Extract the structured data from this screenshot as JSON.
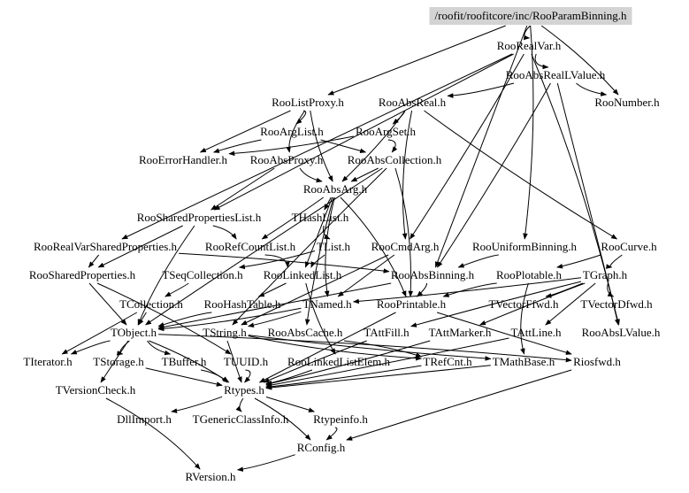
{
  "title": "/roofit/roofitcore/inc/RooParamBinning.h",
  "colors": {
    "root_fill": "#d3d3d3",
    "edge": "#000000",
    "background": "#ffffff"
  },
  "nodes": [
    {
      "id": "root",
      "label": "/roofit/roofitcore/inc/RooParamBinning.h"
    },
    {
      "id": "RooRealVar",
      "label": "RooRealVar.h"
    },
    {
      "id": "RooAbsRealLValue",
      "label": "RooAbsRealLValue.h"
    },
    {
      "id": "RooListProxy",
      "label": "RooListProxy.h"
    },
    {
      "id": "RooAbsReal",
      "label": "RooAbsReal.h"
    },
    {
      "id": "RooNumber",
      "label": "RooNumber.h"
    },
    {
      "id": "RooArgList",
      "label": "RooArgList.h"
    },
    {
      "id": "RooArgSet",
      "label": "RooArgSet.h"
    },
    {
      "id": "RooErrorHandler",
      "label": "RooErrorHandler.h"
    },
    {
      "id": "RooAbsProxy",
      "label": "RooAbsProxy.h"
    },
    {
      "id": "RooAbsCollection",
      "label": "RooAbsCollection.h"
    },
    {
      "id": "RooAbsArg",
      "label": "RooAbsArg.h"
    },
    {
      "id": "RooSharedPropertiesList",
      "label": "RooSharedPropertiesList.h"
    },
    {
      "id": "THashList",
      "label": "THashList.h"
    },
    {
      "id": "RooRealVarSharedProperties",
      "label": "RooRealVarSharedProperties.h"
    },
    {
      "id": "RooRefCountList",
      "label": "RooRefCountList.h"
    },
    {
      "id": "TList",
      "label": "TList.h"
    },
    {
      "id": "RooCmdArg",
      "label": "RooCmdArg.h"
    },
    {
      "id": "RooUniformBinning",
      "label": "RooUniformBinning.h"
    },
    {
      "id": "RooCurve",
      "label": "RooCurve.h"
    },
    {
      "id": "RooSharedProperties",
      "label": "RooSharedProperties.h"
    },
    {
      "id": "TSeqCollection",
      "label": "TSeqCollection.h"
    },
    {
      "id": "RooLinkedList",
      "label": "RooLinkedList.h"
    },
    {
      "id": "RooAbsBinning",
      "label": "RooAbsBinning.h"
    },
    {
      "id": "RooPlotable",
      "label": "RooPlotable.h"
    },
    {
      "id": "TGraph",
      "label": "TGraph.h"
    },
    {
      "id": "TCollection",
      "label": "TCollection.h"
    },
    {
      "id": "RooHashTable",
      "label": "RooHashTable.h"
    },
    {
      "id": "TNamed",
      "label": "TNamed.h"
    },
    {
      "id": "RooPrintable",
      "label": "RooPrintable.h"
    },
    {
      "id": "TVectorFfwd",
      "label": "TVectorFfwd.h"
    },
    {
      "id": "TVectorDfwd",
      "label": "TVectorDfwd.h"
    },
    {
      "id": "TObject",
      "label": "TObject.h"
    },
    {
      "id": "TString",
      "label": "TString.h"
    },
    {
      "id": "RooAbsCache",
      "label": "RooAbsCache.h"
    },
    {
      "id": "TAttFill",
      "label": "TAttFill.h"
    },
    {
      "id": "TAttMarker",
      "label": "TAttMarker.h"
    },
    {
      "id": "TAttLine",
      "label": "TAttLine.h"
    },
    {
      "id": "RooAbsLValue",
      "label": "RooAbsLValue.h"
    },
    {
      "id": "TIterator",
      "label": "TIterator.h"
    },
    {
      "id": "TStorage",
      "label": "TStorage.h"
    },
    {
      "id": "TBuffer",
      "label": "TBuffer.h"
    },
    {
      "id": "TUUID",
      "label": "TUUID.h"
    },
    {
      "id": "RooLinkedListElem",
      "label": "RooLinkedListElem.h"
    },
    {
      "id": "TRefCnt",
      "label": "TRefCnt.h"
    },
    {
      "id": "TMathBase",
      "label": "TMathBase.h"
    },
    {
      "id": "Riosfwd",
      "label": "Riosfwd.h"
    },
    {
      "id": "TVersionCheck",
      "label": "TVersionCheck.h"
    },
    {
      "id": "Rtypes",
      "label": "Rtypes.h"
    },
    {
      "id": "DllImport",
      "label": "DllImport.h"
    },
    {
      "id": "TGenericClassInfo",
      "label": "TGenericClassInfo.h"
    },
    {
      "id": "Rtypeinfo",
      "label": "Rtypeinfo.h"
    },
    {
      "id": "RConfig",
      "label": "RConfig.h"
    },
    {
      "id": "RVersion",
      "label": "RVersion.h"
    }
  ],
  "edges": [
    [
      "root",
      "RooRealVar"
    ],
    [
      "root",
      "RooListProxy"
    ],
    [
      "root",
      "RooAbsBinning"
    ],
    [
      "root",
      "RooNumber"
    ],
    [
      "root",
      "RooUniformBinning"
    ],
    [
      "RooRealVar",
      "RooAbsRealLValue"
    ],
    [
      "RooRealVar",
      "RooSharedPropertiesList"
    ],
    [
      "RooRealVar",
      "RooRealVarSharedProperties"
    ],
    [
      "RooRealVar",
      "RooCmdArg"
    ],
    [
      "RooRealVar",
      "RooAbsLValue"
    ],
    [
      "RooAbsRealLValue",
      "RooAbsReal"
    ],
    [
      "RooAbsRealLValue",
      "RooNumber"
    ],
    [
      "RooAbsRealLValue",
      "RooAbsLValue"
    ],
    [
      "RooAbsRealLValue",
      "RooAbsBinning"
    ],
    [
      "RooListProxy",
      "RooArgList"
    ],
    [
      "RooListProxy",
      "RooAbsProxy"
    ],
    [
      "RooListProxy",
      "RooAbsArg"
    ],
    [
      "RooListProxy",
      "RooErrorHandler"
    ],
    [
      "RooAbsReal",
      "RooArgSet"
    ],
    [
      "RooAbsReal",
      "RooAbsArg"
    ],
    [
      "RooAbsReal",
      "RooCmdArg"
    ],
    [
      "RooAbsReal",
      "RooCurve"
    ],
    [
      "RooArgList",
      "RooAbsCollection"
    ],
    [
      "RooArgList",
      "RooErrorHandler"
    ],
    [
      "RooArgSet",
      "RooAbsCollection"
    ],
    [
      "RooArgSet",
      "RooErrorHandler"
    ],
    [
      "RooAbsProxy",
      "RooAbsArg"
    ],
    [
      "RooAbsProxy",
      "RooSharedPropertiesList"
    ],
    [
      "RooAbsCollection",
      "RooAbsArg"
    ],
    [
      "RooAbsCollection",
      "RooPrintable"
    ],
    [
      "RooAbsCollection",
      "TObject"
    ],
    [
      "RooAbsCollection",
      "TString"
    ],
    [
      "RooAbsArg",
      "THashList"
    ],
    [
      "RooAbsArg",
      "RooRefCountList"
    ],
    [
      "RooAbsArg",
      "RooPrintable"
    ],
    [
      "RooAbsArg",
      "TNamed"
    ],
    [
      "RooAbsArg",
      "RooAbsCache"
    ],
    [
      "RooAbsArg",
      "RooLinkedList"
    ],
    [
      "RooSharedPropertiesList",
      "RooRefCountList"
    ],
    [
      "RooSharedPropertiesList",
      "RooSharedProperties"
    ],
    [
      "RooSharedPropertiesList",
      "TObject"
    ],
    [
      "THashList",
      "TList"
    ],
    [
      "RooRealVarSharedProperties",
      "RooSharedProperties"
    ],
    [
      "RooRealVarSharedProperties",
      "RooAbsBinning"
    ],
    [
      "RooRefCountList",
      "RooLinkedList"
    ],
    [
      "TList",
      "TSeqCollection"
    ],
    [
      "TList",
      "RooLinkedList"
    ],
    [
      "RooCmdArg",
      "TNamed"
    ],
    [
      "RooCmdArg",
      "TString"
    ],
    [
      "RooUniformBinning",
      "RooAbsBinning"
    ],
    [
      "RooCurve",
      "TGraph"
    ],
    [
      "RooCurve",
      "RooPlotable"
    ],
    [
      "RooSharedProperties",
      "TObject"
    ],
    [
      "RooSharedProperties",
      "TUUID"
    ],
    [
      "TSeqCollection",
      "TCollection"
    ],
    [
      "RooLinkedList",
      "RooHashTable"
    ],
    [
      "RooLinkedList",
      "RooLinkedListElem"
    ],
    [
      "RooAbsBinning",
      "TObject"
    ],
    [
      "RooAbsBinning",
      "RooPrintable"
    ],
    [
      "RooPlotable",
      "RooPrintable"
    ],
    [
      "RooPlotable",
      "TMathBase"
    ],
    [
      "TGraph",
      "TNamed"
    ],
    [
      "TGraph",
      "TAttLine"
    ],
    [
      "TGraph",
      "TAttFill"
    ],
    [
      "TGraph",
      "TAttMarker"
    ],
    [
      "TGraph",
      "TVectorFfwd"
    ],
    [
      "TGraph",
      "TVectorDfwd"
    ],
    [
      "TCollection",
      "TObject"
    ],
    [
      "TCollection",
      "TIterator"
    ],
    [
      "RooHashTable",
      "TObject"
    ],
    [
      "TNamed",
      "TObject"
    ],
    [
      "TNamed",
      "TString"
    ],
    [
      "RooPrintable",
      "Riosfwd"
    ],
    [
      "RooPrintable",
      "Rtypes"
    ],
    [
      "TObject",
      "TIterator"
    ],
    [
      "TObject",
      "TStorage"
    ],
    [
      "TObject",
      "TBuffer"
    ],
    [
      "TObject",
      "TVersionCheck"
    ],
    [
      "TObject",
      "Rtypes"
    ],
    [
      "TObject",
      "Riosfwd"
    ],
    [
      "TString",
      "TRefCnt"
    ],
    [
      "TString",
      "TMathBase"
    ],
    [
      "TString",
      "Rtypes"
    ],
    [
      "RooAbsCache",
      "TRefCnt"
    ],
    [
      "TAttFill",
      "Rtypes"
    ],
    [
      "TAttMarker",
      "Rtypes"
    ],
    [
      "TAttLine",
      "Rtypes"
    ],
    [
      "TStorage",
      "Rtypes"
    ],
    [
      "TBuffer",
      "Rtypes"
    ],
    [
      "TUUID",
      "Rtypes"
    ],
    [
      "RooLinkedListElem",
      "Rtypes"
    ],
    [
      "TRefCnt",
      "Rtypes"
    ],
    [
      "TMathBase",
      "Rtypes"
    ],
    [
      "Riosfwd",
      "RConfig"
    ],
    [
      "TVersionCheck",
      "RVersion"
    ],
    [
      "Rtypes",
      "DllImport"
    ],
    [
      "Rtypes",
      "TGenericClassInfo"
    ],
    [
      "Rtypes",
      "Rtypeinfo"
    ],
    [
      "Rtypes",
      "RConfig"
    ],
    [
      "Rtypeinfo",
      "RConfig"
    ],
    [
      "RConfig",
      "RVersion"
    ]
  ]
}
